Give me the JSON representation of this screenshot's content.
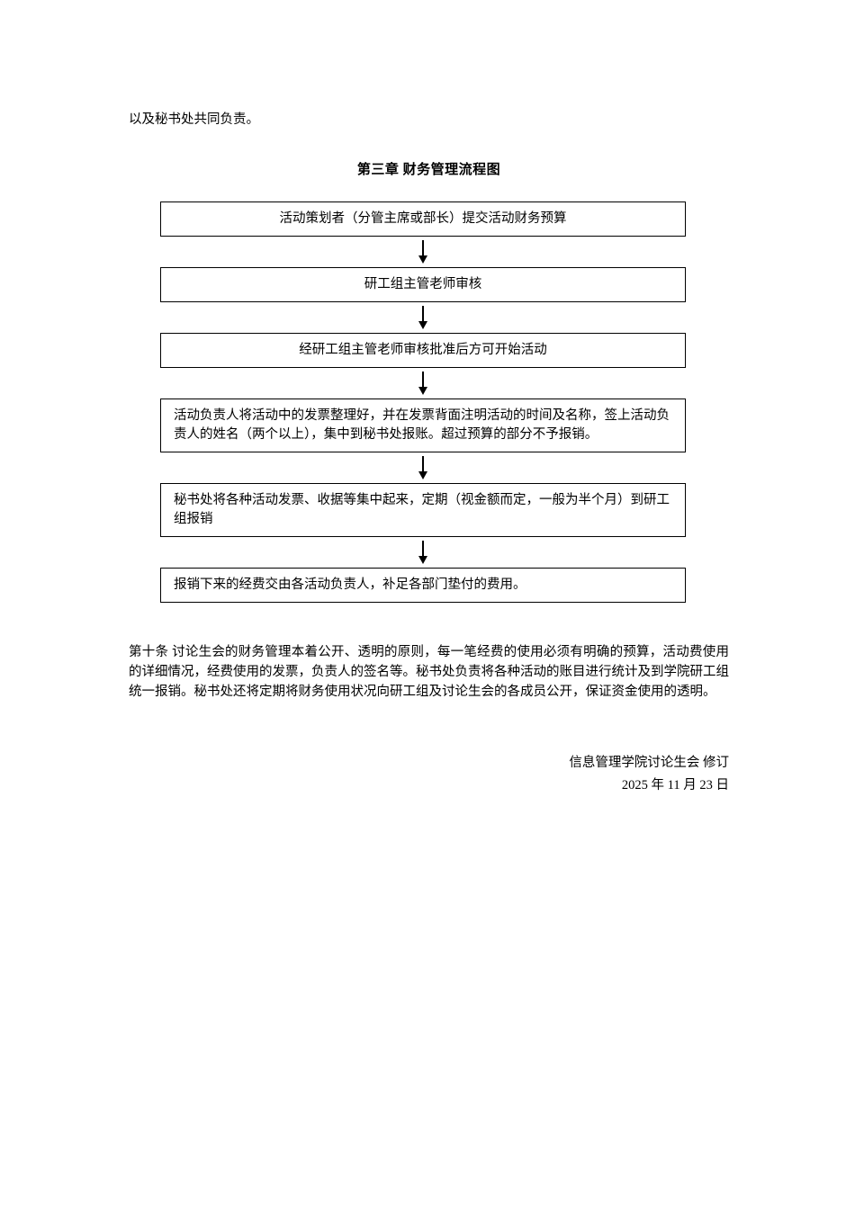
{
  "page": {
    "intro_text": "以及秘书处共同负责。",
    "title": "第三章 财务管理流程图",
    "flowchart": {
      "boxes": [
        {
          "text": "活动策划者（分管主席或部长）提交活动财务预算",
          "align": "center"
        },
        {
          "text": "研工组主管老师审核",
          "align": "center"
        },
        {
          "text": "经研工组主管老师审核批准后方可开始活动",
          "align": "center"
        },
        {
          "text": "活动负责人将活动中的发票整理好，并在发票背面注明活动的时间及名称，签上活动负责人的姓名（两个以上），集中到秘书处报账。超过预算的部分不予报销。",
          "align": "left"
        },
        {
          "text": "秘书处将各种活动发票、收据等集中起来，定期（视金额而定，一般为半个月）到研工组报销",
          "align": "left"
        },
        {
          "text": "报销下来的经费交由各活动负责人，补足各部门垫付的费用。",
          "align": "left"
        }
      ]
    },
    "paragraph": "第十条 讨论生会的财务管理本着公开、透明的原则，每一笔经费的使用必须有明确的预算，活动费使用的详细情况，经费使用的发票，负责人的签名等。秘书处负责将各种活动的账目进行统计及到学院研工组统一报销。秘书处还将定期将财务使用状况向研工组及讨论生会的各成员公开，保证资金使用的透明。",
    "signature": {
      "line1": "信息管理学院讨论生会  修订",
      "line2": "2025 年 11 月 23 日"
    }
  }
}
